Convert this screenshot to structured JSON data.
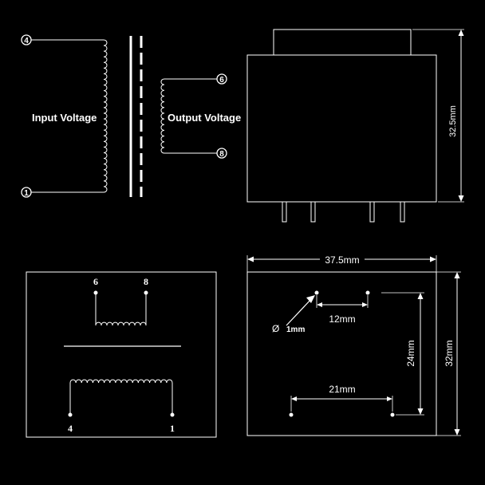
{
  "schematic": {
    "pin_top_left": "4",
    "pin_bottom_left": "1",
    "pin_top_right": "6",
    "pin_bottom_right": "8",
    "input_label": "Input Voltage",
    "output_label": "Output Voltage"
  },
  "side_view": {
    "height_label": "32.5mm"
  },
  "pin_view": {
    "pin_6": "6",
    "pin_8": "8",
    "pin_4": "4",
    "pin_1": "1"
  },
  "footprint": {
    "width_label": "37.5mm",
    "depth_label": "32mm",
    "pin_spacing_top": "12mm",
    "pin_spacing_bottom": "21mm",
    "row_spacing": "24mm",
    "hole_diameter": "1mm",
    "diameter_symbol": "Ø"
  },
  "colors": {
    "background": "#000000",
    "line": "#ffffff"
  }
}
